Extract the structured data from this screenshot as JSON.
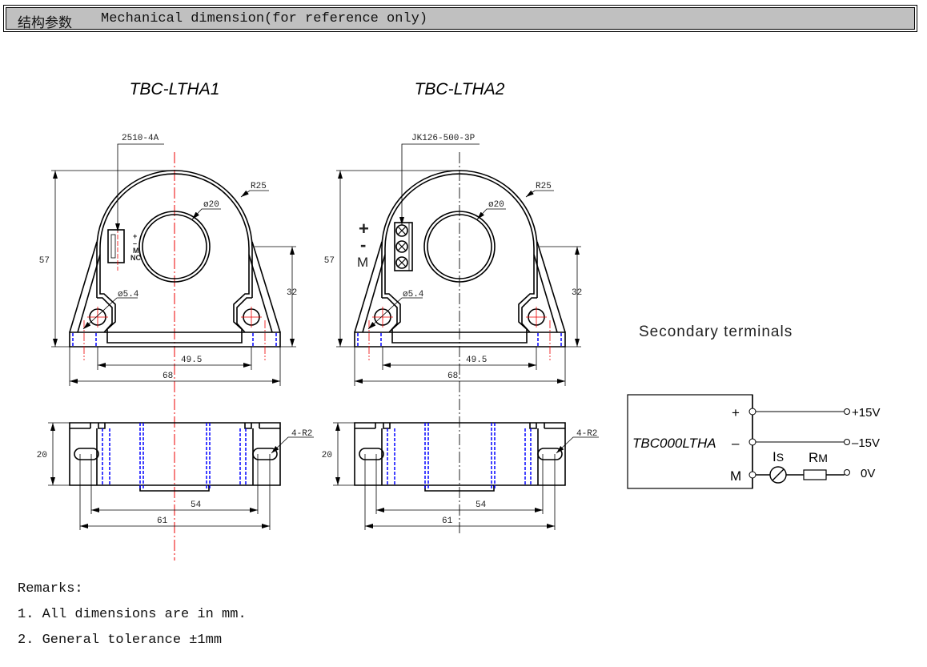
{
  "header": {
    "cn_title": "结构参数",
    "title": "Mechanical dimension(for reference only)"
  },
  "drawings": [
    {
      "model": "TBC-LTHA1",
      "connector": "2510-4A",
      "pins": [
        "+",
        "–",
        "M",
        "NC"
      ],
      "dims": {
        "height": "57",
        "flange_height": "32",
        "hole_spacing": "49.5",
        "width": "68",
        "radius": "R25",
        "aperture": "ø20",
        "mount_hole": "ø5.4",
        "depth": "20",
        "slot_inner": "54",
        "slot_outer": "61",
        "slot_radius": "4-R2"
      }
    },
    {
      "model": "TBC-LTHA2",
      "connector": "JK126-500-3P",
      "pins": [
        "+",
        "-",
        "M"
      ],
      "dims": {
        "height": "57",
        "flange_height": "32",
        "hole_spacing": "49.5",
        "width": "68",
        "radius": "R25",
        "aperture": "ø20",
        "mount_hole": "ø5.4",
        "depth": "20",
        "slot_inner": "54",
        "slot_outer": "61",
        "slot_radius": "4-R2"
      }
    }
  ],
  "circuit": {
    "title": "Secondary terminals",
    "device": "TBC000LTHA",
    "terminals": [
      "+",
      "–",
      "M"
    ],
    "outputs": [
      "+15V",
      "–15V",
      "0V"
    ],
    "current_label": "I",
    "current_sub": "S",
    "resistor_label": "R",
    "resistor_sub": "M"
  },
  "remarks": {
    "title": "Remarks:",
    "items": [
      "1. All dimensions are in mm.",
      "2. General tolerance ±1mm"
    ]
  }
}
